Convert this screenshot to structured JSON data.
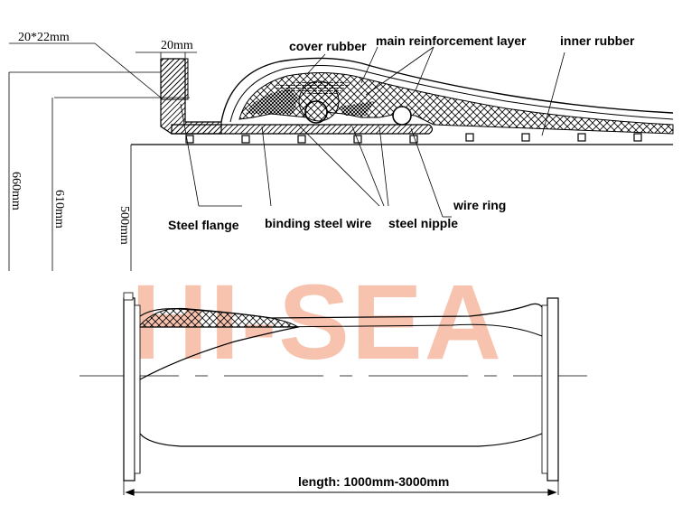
{
  "dimensions": {
    "flange_section": "20*22mm",
    "flange_width": "20mm",
    "dia_outer": "660mm",
    "dia_mid": "610mm",
    "dia_inner": "500mm"
  },
  "labels": {
    "cover_rubber": "cover rubber",
    "main_reinforcement_layer": "main reinforcement layer",
    "inner_rubber": "inner rubber",
    "wire_ring": "wire ring",
    "steel_flange": "Steel flange",
    "binding_steel_wire": "binding steel wire",
    "steel_nipple": "steel nipple",
    "length": "length: 1000mm-3000mm"
  },
  "watermark": {
    "text": "HI-SEA",
    "color": "#f7b9a0"
  },
  "colors": {
    "line": "#000000",
    "watermark": "#f7b9a0"
  }
}
